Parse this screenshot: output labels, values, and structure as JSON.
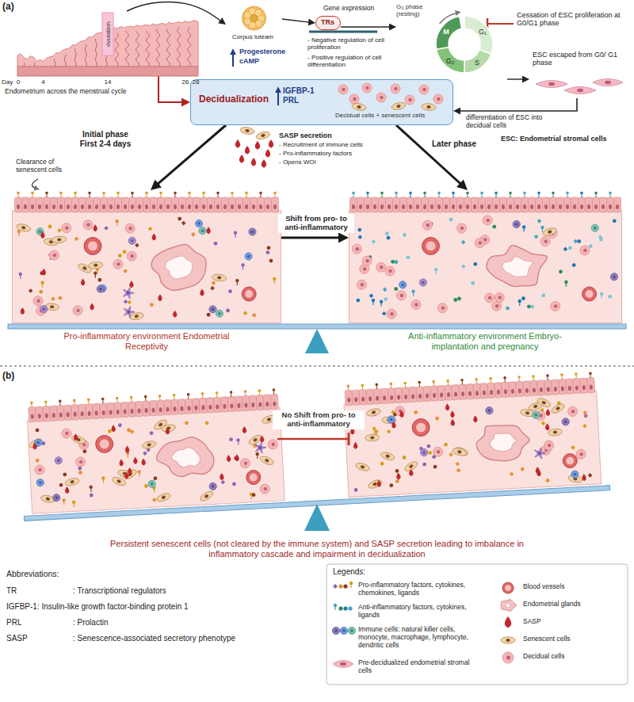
{
  "diagram": {
    "nodes": [
      {
        "text": [
          "ovulation"
        ]
      },
      {
        "text": [
          "Corpus luteam"
        ]
      },
      {
        "text": [
          "TRs"
        ]
      },
      {
        "text": [
          "G₀ phase (resting)",
          "G₁",
          "S",
          "G₂",
          "M"
        ]
      },
      {
        "text": [
          "ESC escaped from G0/ G1 phase"
        ]
      },
      {
        "text": [
          "Decidualization",
          "IGFBP-1 PRL",
          "Decidual cells + senescent cells"
        ]
      },
      {
        "text": [
          "Pro-inflammatory environment Endometrial Receptivity"
        ]
      },
      {
        "text": [
          "Anti-inflammatory environment Embryo-implantation and pregnancy"
        ]
      }
    ],
    "edges": [
      {
        "from": 0,
        "to": 1,
        "arrow": "to"
      },
      {
        "from": 1,
        "to": 2,
        "arrow": "to"
      },
      {
        "from": 2,
        "to": 3,
        "arrow": "to"
      },
      {
        "from": 3,
        "to": 4,
        "arrow": "to"
      },
      {
        "from": 4,
        "to": 5,
        "label": "differentiation of ESC into decidual cells",
        "arrow": "to"
      },
      {
        "from": 0,
        "to": 5,
        "arrow": "to"
      },
      {
        "from": 5,
        "to": 6,
        "label": "Initial phase First 2-4 days",
        "arrow": "to"
      },
      {
        "from": 5,
        "to": 7,
        "label": "Later phase",
        "arrow": "to"
      },
      {
        "from": 6,
        "to": 7,
        "label": "Shift from pro- to anti-inflammatory",
        "arrow": "to"
      }
    ],
    "labels": [
      "(a)",
      "Day",
      "0",
      "4",
      "14",
      "26",
      "28",
      "Endometrium across the menstrual cycle",
      "Progesterone",
      "cAMP",
      "Gene expression",
      "- Negative regulation of cell proliferation",
      "- Positive regulation of cell differentiation",
      "Cessation of ESC proliferation at G0/G1 phase",
      "ESC: Endometrial stromal cells",
      "SASP secretion",
      "- Recruitment of immune cells",
      "- Pro-inflammatory factors",
      "- Opens WOI",
      "Clearance of senescent cells",
      "(b)",
      "No Shift from pro- to anti-inflammatory",
      "Persistent senescent cells (not cleared by the immune system) and SASP secretion leading to imbalance in inflammatory cascade and impairment in decidualization",
      "Abbreviations:",
      "TR",
      ": Transcriptional regulators",
      "IGFBP-1: Insulin-like growth factor-binding protein 1",
      "PRL",
      ": Prolactin",
      "SASP",
      ": Senescence-associated secretory phenotype",
      "Legends:"
    ],
    "legend": [
      {
        "text": "Pro-inflammatory factors, cytokines, chemokines, ligands"
      },
      {
        "text": "Anti-inflammatory factors, cytokines, ligands"
      },
      {
        "text": "Immune cells: natural killer cells, monocyte, macrophage, lymphocyte, dendritic cells"
      },
      {
        "text": "Pre-decidualized endometrial stromal cells"
      },
      {
        "text": "Blood vessels"
      },
      {
        "text": "Endometrial glands"
      },
      {
        "text": "SASP"
      },
      {
        "text": "Senescent cells"
      },
      {
        "text": "Decidual cells"
      }
    ]
  }
}
